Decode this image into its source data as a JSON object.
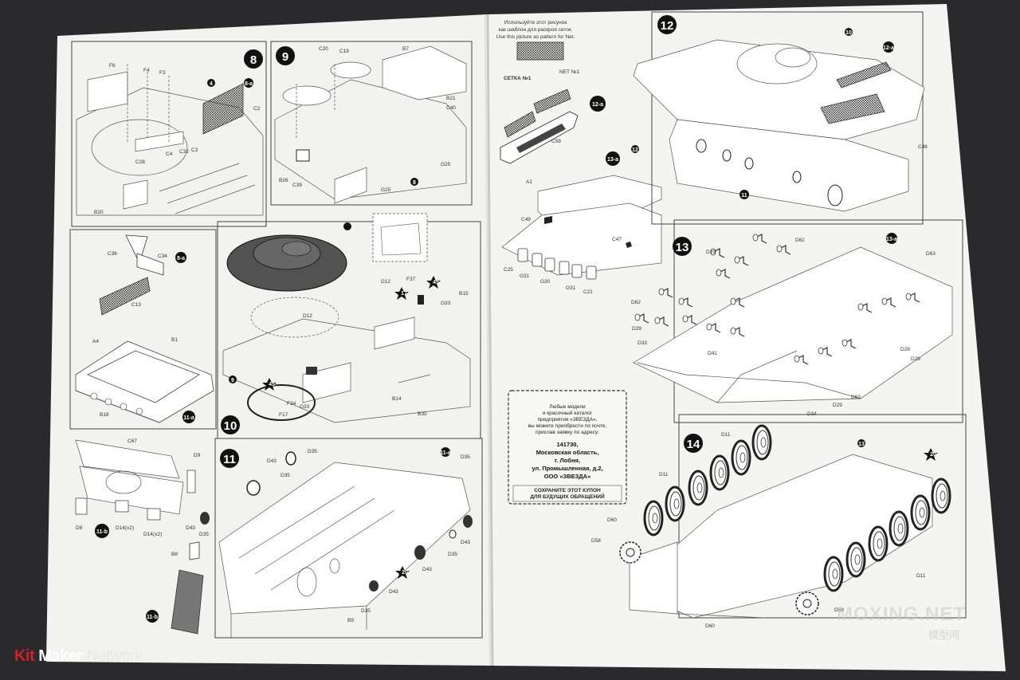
{
  "steps": {
    "s8": "8",
    "s8a": "8-a",
    "s9": "9",
    "s10": "10",
    "s11": "11",
    "s11a": "11-a",
    "s11b": "11-b",
    "s12": "12",
    "s12a": "12-a",
    "s13": "13",
    "s13a": "13-a",
    "s14": "14"
  },
  "parts": {
    "F6": "F6",
    "F4": "F4",
    "F3": "F3",
    "p4": "4",
    "p8a": "8-a",
    "C2": "C2",
    "C4": "C4",
    "C32": "C32",
    "C3": "C3",
    "C28": "C28",
    "B20": "B20",
    "C20": "C20",
    "C19": "C19",
    "B7": "B7",
    "B21": "B21",
    "C40": "C40",
    "G25": "G25",
    "B26": "B26",
    "C39": "C39",
    "p8": "8",
    "C36": "C36",
    "C34": "C34",
    "C13": "C13",
    "A4": "A4",
    "B1": "B1",
    "B18": "B18",
    "D12": "D12",
    "F37": "F37",
    "B15": "B15",
    "G33": "G33",
    "p9": "9",
    "F34": "F34",
    "F17": "F17",
    "B14": "B14",
    "B35": "B35",
    "n17": "17",
    "n45": "45",
    "C67": "C67",
    "D9": "D9",
    "D8": "D8",
    "D14x2": "D14(x2)",
    "B8": "B8",
    "B9": "B9",
    "D43": "D43",
    "D35": "D35",
    "n20": "20",
    "A1": "A1",
    "C49": "C49",
    "C47": "C47",
    "C25": "C25",
    "G31": "G31",
    "G30": "G30",
    "C21": "C21",
    "C59": "C59",
    "p12": "12",
    "p10": "10",
    "p12a": "12-a",
    "C46": "C46",
    "p11": "11",
    "D29": "D29",
    "D62": "D62",
    "D63": "D63",
    "D33": "D33",
    "D41": "D41",
    "D34": "D34",
    "D11": "D11",
    "p13": "13",
    "D60": "D60",
    "D58": "D58",
    "n20b": "20"
  },
  "net": {
    "line1": "Используйте этот рисунок",
    "line2": "как шаблон для раскроя сеток.",
    "line3": "Use this picture as pattern for Net.",
    "label_ru": "СЕТКА №1",
    "label_en": "NET №1"
  },
  "coupon": {
    "l1": "Любые модели",
    "l2": "и красочный каталог",
    "l3": "предприятия «ЗВЕЗДА»,",
    "l4": "вы можете приобрести по почте,",
    "l5": "прислав заявку по адресу:",
    "zip": "141730,",
    "region": "Московская область,",
    "city": "г. Лобня,",
    "street": "ул. Промышленная, д.2,",
    "company": "ООО «ЗВЕЗДА»",
    "keep1": "СОХРАНИТЕ ЭТОТ КУПОН",
    "keep2": "ДЛЯ БУДУЩИХ ОБРАЩЕНИЙ"
  },
  "watermarks": {
    "kit": "Kit",
    "maker": " Maker",
    "network": " Network",
    "moxing": "MOXING.NET",
    "moxing_sub": "模型网"
  }
}
